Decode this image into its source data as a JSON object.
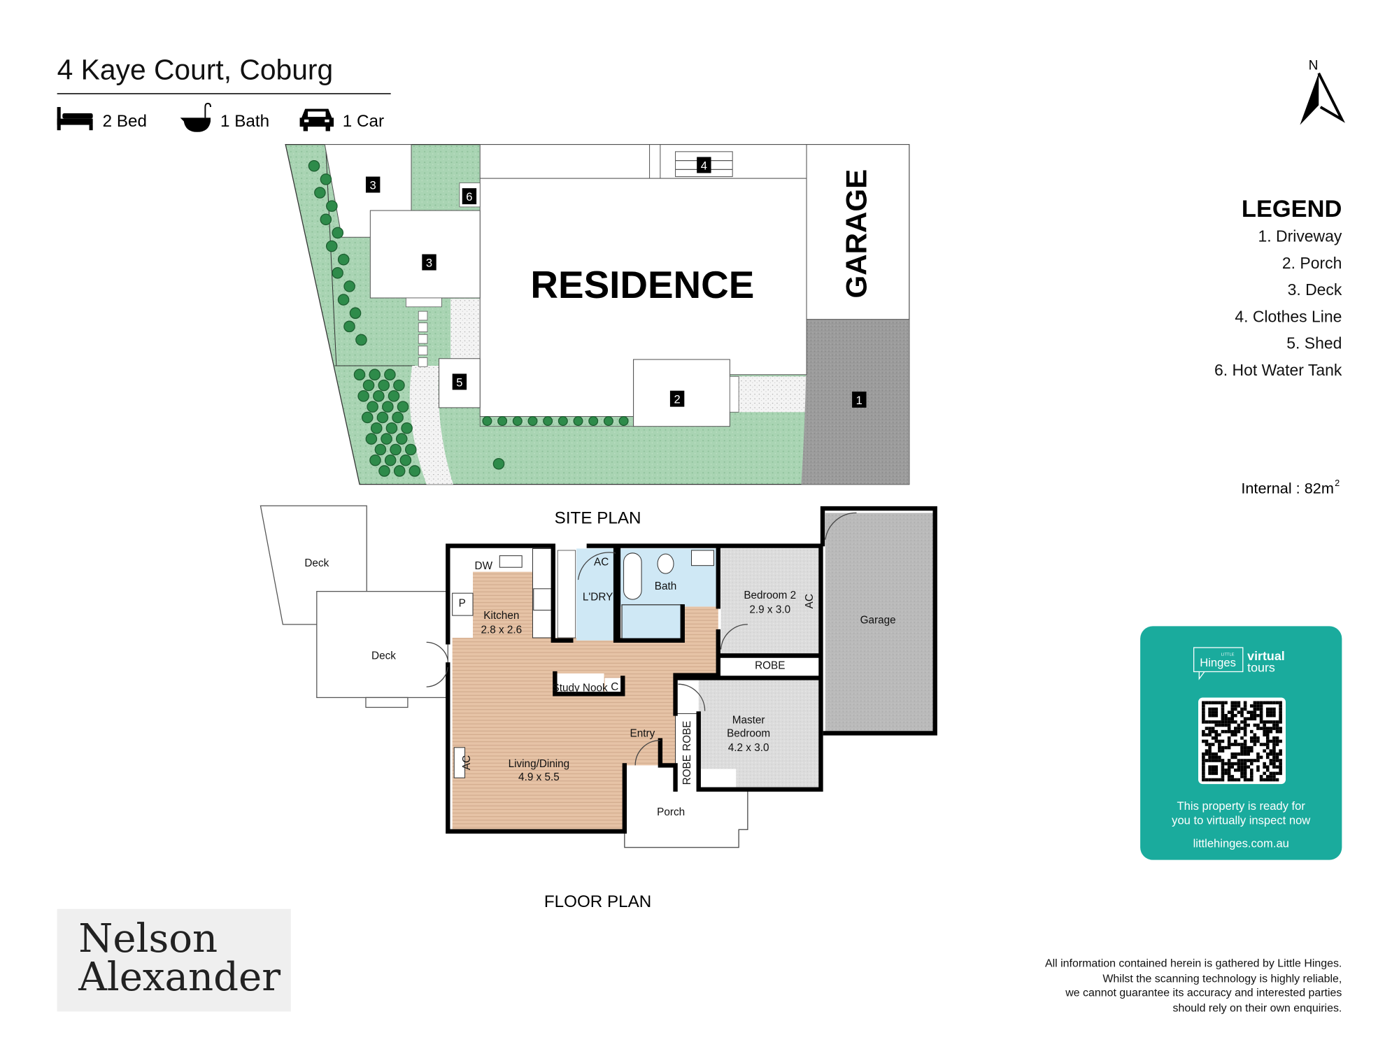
{
  "header": {
    "title": "4 Kaye Court, Coburg",
    "features": [
      {
        "icon": "bed-icon",
        "label": "2 Bed"
      },
      {
        "icon": "bath-icon",
        "label": "1 Bath"
      },
      {
        "icon": "car-icon",
        "label": "1 Car"
      }
    ]
  },
  "compass": {
    "label": "N"
  },
  "legend": {
    "title": "LEGEND",
    "items": [
      "1. Driveway",
      "2. Porch",
      "3. Deck",
      "4. Clothes Line",
      "5. Shed",
      "6. Hot Water Tank"
    ]
  },
  "area": {
    "label": "Internal : 82m",
    "sup": "2"
  },
  "site_plan": {
    "caption": "SITE PLAN",
    "residence": "RESIDENCE",
    "garage": "GARAGE",
    "badges": [
      "1",
      "2",
      "3",
      "3",
      "4",
      "5",
      "6"
    ]
  },
  "floor_plan": {
    "caption": "FLOOR PLAN",
    "rooms": {
      "deck_top": "Deck",
      "deck_lower": "Deck",
      "kitchen": "Kitchen",
      "kitchen_dim": "2.8 x 2.6",
      "dw": "DW",
      "pantry": "P",
      "laundry": "L'DRY",
      "laundry_ac": "AC",
      "bath": "Bath",
      "bedroom2": "Bedroom 2",
      "bedroom2_dim": "2.9 x 3.0",
      "bedroom2_ac": "AC",
      "robe": "ROBE",
      "garage": "Garage",
      "study": "Study Nook",
      "cupboard": "C",
      "entry": "Entry",
      "living": "Living/Dining",
      "living_dim": "4.9 x 5.5",
      "living_ac": "AC",
      "master": "Master",
      "master2": "Bedroom",
      "master_dim": "4.2 x 3.0",
      "robe_a": "ROBE",
      "robe_b": "ROBE",
      "porch": "Porch"
    }
  },
  "promo": {
    "brand_small": "LITTLE",
    "brand": "Hinges",
    "virtual": "virtual",
    "tours": "tours",
    "line1": "This property is ready for",
    "line2": "you to virtually inspect now",
    "url": "littlehinges.com.au",
    "color": "#1aab9d"
  },
  "agency": {
    "line1": "Nelson",
    "line2": "Alexander"
  },
  "disclaimer": [
    "All information contained herein is gathered by Little Hinges.",
    "Whilst the scanning technology is highly reliable,",
    "we cannot guarantee its accuracy and interested parties",
    "should rely on their own enquiries."
  ]
}
